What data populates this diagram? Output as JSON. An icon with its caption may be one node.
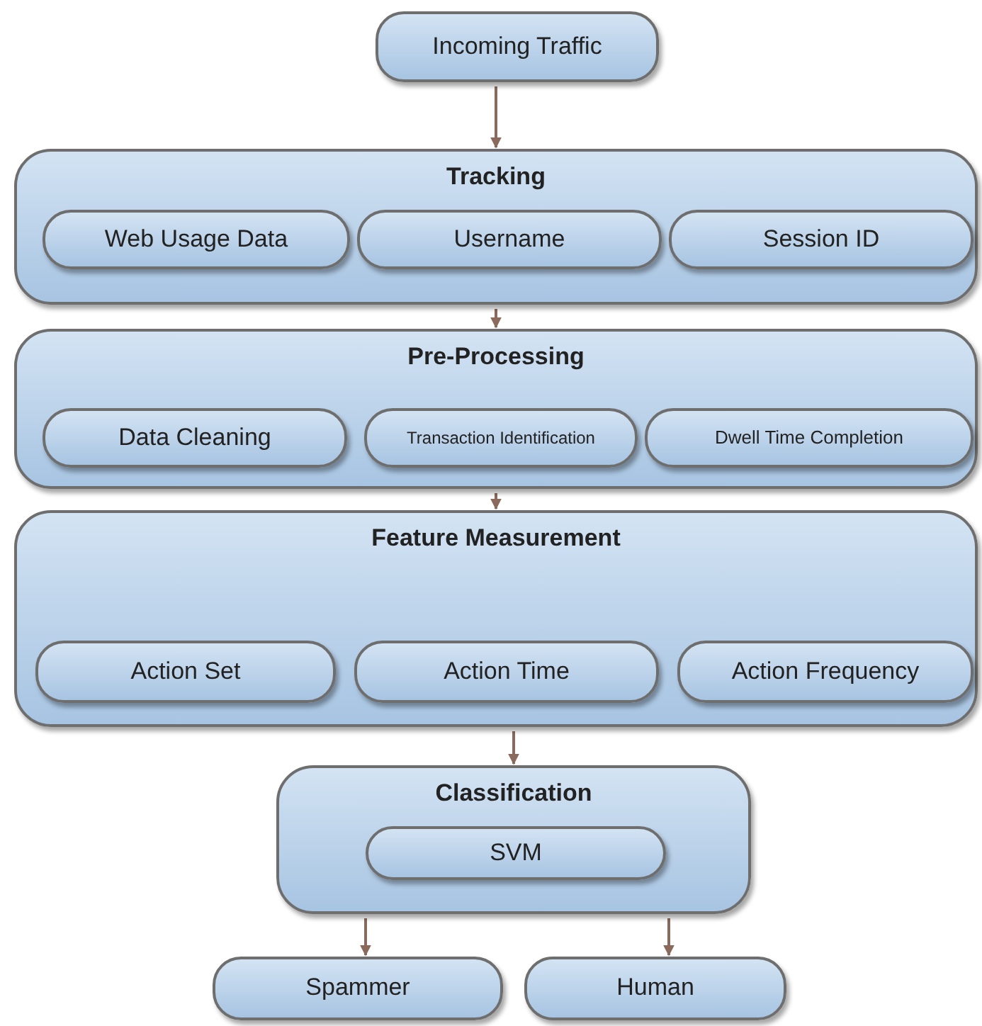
{
  "diagram": {
    "nodes": [
      {
        "text": [
          "Incoming Traffic"
        ]
      },
      {
        "text": [
          "Tracking"
        ]
      },
      {
        "text": [
          "Web Usage Data"
        ],
        "in": 1
      },
      {
        "text": [
          "Username"
        ],
        "in": 1
      },
      {
        "text": [
          "Session ID"
        ],
        "in": 1
      },
      {
        "text": [
          "Pre-Processing"
        ]
      },
      {
        "text": [
          "Data Cleaning"
        ],
        "in": 5
      },
      {
        "text": [
          "Transaction Identification"
        ],
        "in": 5
      },
      {
        "text": [
          "Dwell Time Completion"
        ],
        "in": 5
      },
      {
        "text": [
          "Feature Measurement"
        ]
      },
      {
        "text": [
          "Action Set"
        ],
        "in": 9
      },
      {
        "text": [
          "Action Time"
        ],
        "in": 9
      },
      {
        "text": [
          "Action Frequency"
        ],
        "in": 9
      },
      {
        "text": [
          "Classification"
        ]
      },
      {
        "text": [
          "SVM"
        ],
        "in": 13
      },
      {
        "text": [
          "Spammer"
        ]
      },
      {
        "text": [
          "Human"
        ]
      }
    ],
    "edges": [
      {
        "from": 0,
        "to": 1,
        "arrow": "to"
      },
      {
        "from": 1,
        "to": 5,
        "arrow": "to"
      },
      {
        "from": 5,
        "to": 9,
        "arrow": "to"
      },
      {
        "from": 9,
        "to": 13,
        "arrow": "to"
      },
      {
        "from": 13,
        "to": 15,
        "arrow": "to"
      },
      {
        "from": 13,
        "to": 16,
        "arrow": "to"
      }
    ]
  }
}
